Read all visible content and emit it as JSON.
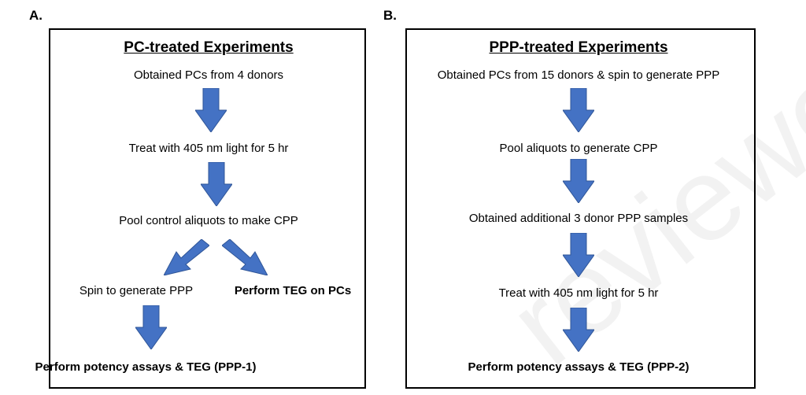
{
  "panels": {
    "a": {
      "label": "A.",
      "title": "PC-treated Experiments",
      "steps": [
        "Obtained PCs from 4 donors",
        "Treat with 405 nm light for 5 hr",
        "Pool control aliquots to make CPP",
        "Spin to generate PPP",
        "Perform TEG on PCs",
        "Perform potency assays & TEG (PPP-1)"
      ]
    },
    "b": {
      "label": "B.",
      "title": "PPP-treated Experiments",
      "steps": [
        "Obtained PCs from 15 donors & spin to generate PPP",
        "Pool aliquots to generate CPP",
        "Obtained additional 3 donor PPP samples",
        "Treat with 405 nm light for 5 hr",
        "Perform potency assays & TEG (PPP-2)"
      ]
    }
  },
  "watermark": "reviewed",
  "colors": {
    "arrow": "#4472C4",
    "arrow_stroke": "#2F5597",
    "border": "#000000"
  }
}
